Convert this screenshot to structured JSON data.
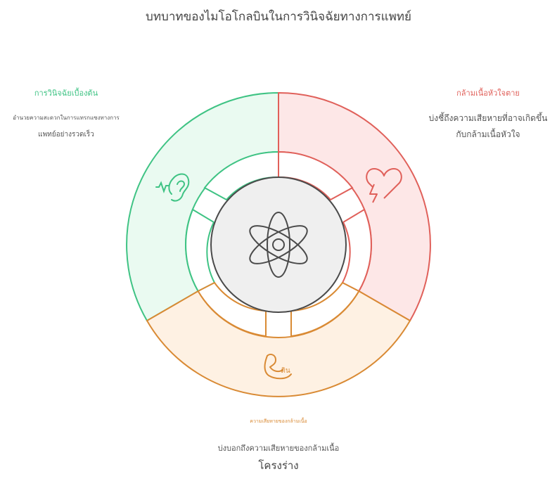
{
  "title": "บทบาทของไมโอโกลบินในการวินิจฉัยทางการแพทย์",
  "segments": {
    "left": {
      "heading": "การวินิจฉัยเบื้องต้น",
      "line1": "อำนวยความสะดวกในการแทรกแซงทางการ",
      "line2": "แพทย์อย่างรวดเร็ว",
      "icon": "ear-icon",
      "color": "#3fc384",
      "fill": "#eafaf1"
    },
    "right": {
      "heading": "กล้ามเนื้อหัวใจตาย",
      "line1": "บ่งชี้ถึงความเสียหายที่อาจเกิดขึ้น",
      "line2": "กับกล้ามเนื้อหัวใจ",
      "icon": "heart-pulse-icon",
      "color": "#e0605a",
      "fill": "#fde7e7"
    },
    "bottom": {
      "heading": "ความเสียหายของกล้ามเนื้อ",
      "line1": "บ่งบอกถึงความเสียหายของกล้ามเนื้อ",
      "line2": "โครงร่าง",
      "icon": "flexed-arm-icon",
      "icon_text": "ดิน",
      "color": "#d98a34",
      "fill": "#fef1e3"
    }
  },
  "center": {
    "icon": "atom-icon",
    "color": "#4a4a4a",
    "fill": "#efefef"
  }
}
